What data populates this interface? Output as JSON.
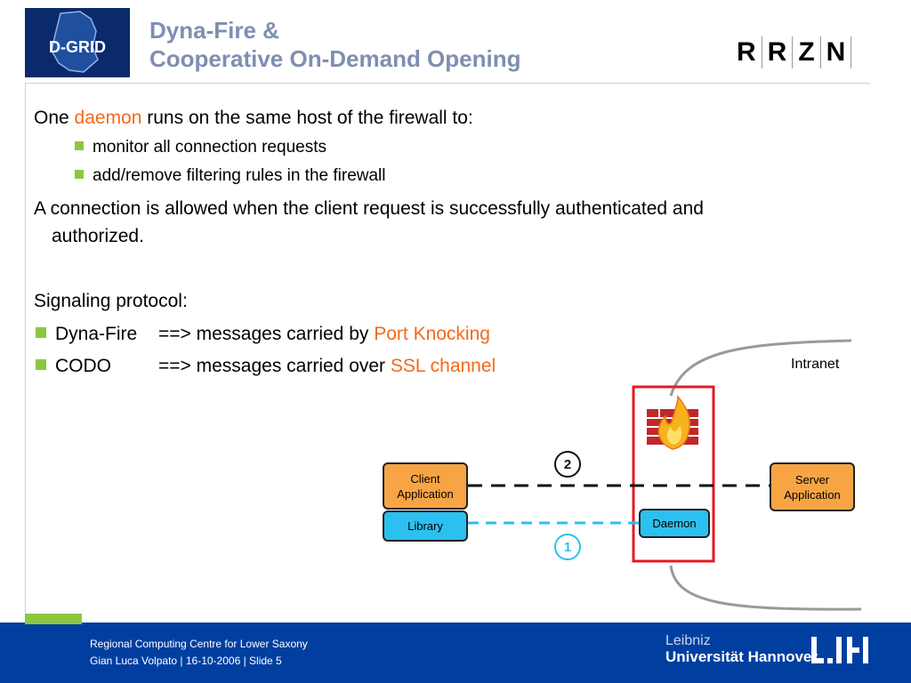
{
  "header": {
    "logo_text": "D-GRID",
    "title_line1": "Dyna-Fire &",
    "title_line2": "Cooperative On-Demand Opening",
    "rrzn_letters": [
      "R",
      "R",
      "Z",
      "N"
    ]
  },
  "content": {
    "line1_pre": "One ",
    "line1_accent": "daemon",
    "line1_post": " runs on the same host of the firewall to:",
    "bullet1": "monitor all connection requests",
    "bullet2": "add/remove filtering rules in the firewall",
    "para2_line1": "A connection is allowed when the client request is successfully authenticated and",
    "para2_line2": "authorized.",
    "signaling_title": "Signaling protocol:",
    "dynafire_name": "Dyna-Fire",
    "dynafire_text": "==> messages carried by ",
    "dynafire_accent": "Port Knocking",
    "codo_name": "CODO",
    "codo_text": "==> messages carried over ",
    "codo_accent": "SSL channel"
  },
  "diagram": {
    "intranet_label": "Intranet",
    "client_app": [
      "Client",
      "Application"
    ],
    "library": "Library",
    "daemon": "Daemon",
    "server_app": [
      "Server",
      "Application"
    ],
    "step1": "1",
    "step2": "2",
    "icon": "firewall-flame-icon"
  },
  "footer": {
    "line1": "Regional Computing Centre for Lower Saxony",
    "line2": "Gian Luca Volpato  |  16-10-2006  |  Slide 5",
    "uni_line1": "Leibniz",
    "uni_line2": "Universität Hannover"
  },
  "colors": {
    "title": "#7f8eb1",
    "accent": "#f26a1b",
    "bullet": "#8dc63f",
    "footer": "#003fa0",
    "firewall_box": "#e31b23"
  }
}
